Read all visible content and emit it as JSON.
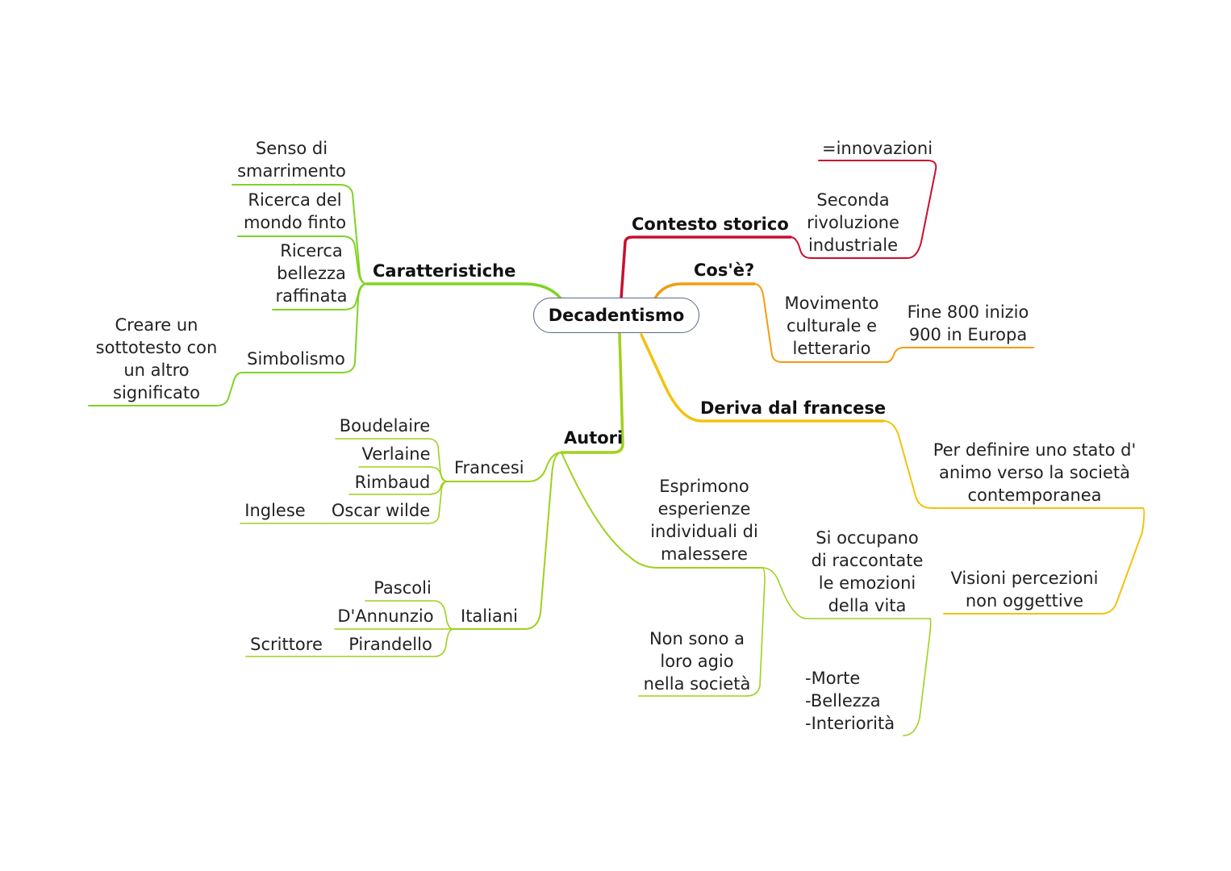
{
  "colors": {
    "contesto": "#c8102e",
    "cose": "#f39c12",
    "deriva": "#f4c20d",
    "caratteristiche": "#7ed321",
    "autori": "#9fd11c"
  },
  "root": "Decadentismo",
  "branches": {
    "contesto": {
      "title": "Contesto storico",
      "seconda": "Seconda\nrivoluzione\nindustriale",
      "innovazioni": "=innovazioni"
    },
    "cose": {
      "title": "Cos'è?",
      "movimento": "Movimento\nculturale e\nletterario",
      "fine": "Fine 800 inizio\n900 in Europa"
    },
    "deriva": {
      "title": "Deriva dal francese",
      "definire": "Per definire uno stato d'\nanimo verso la società\ncontemporanea",
      "visioni": "Visioni percezioni\nnon oggettive"
    },
    "caratteristiche": {
      "title": "Caratteristiche",
      "senso": "Senso di\nsmarrimento",
      "ricerca_mondo": "Ricerca del\nmondo finto",
      "ricerca_bellezza": "Ricerca\nbellezza\nraffinata",
      "simbolismo": "Simbolismo",
      "creare": "Creare un\nsottotesto con\nun altro\nsignificato"
    },
    "autori": {
      "title": "Autori",
      "francesi": "Francesi",
      "boudelaire": "Boudelaire",
      "verlaine": "Verlaine",
      "rimbaud": "Rimbaud",
      "oscar": "Oscar wilde",
      "inglese": "Inglese",
      "italiani": "Italiani",
      "pascoli": "Pascoli",
      "dannunzio": "D'Annunzio",
      "pirandello": "Pirandello",
      "scrittore": "Scrittore",
      "esprimono": "Esprimono\nesperienze\nindividuali di\nmalessere",
      "non_sono": "Non sono a\nloro agio\nnella società",
      "si_occupano": "Si occupano\ndi raccontate\nle emozioni\ndella vita",
      "temi": "-Morte\n-Bellezza\n-Interiorità"
    }
  }
}
